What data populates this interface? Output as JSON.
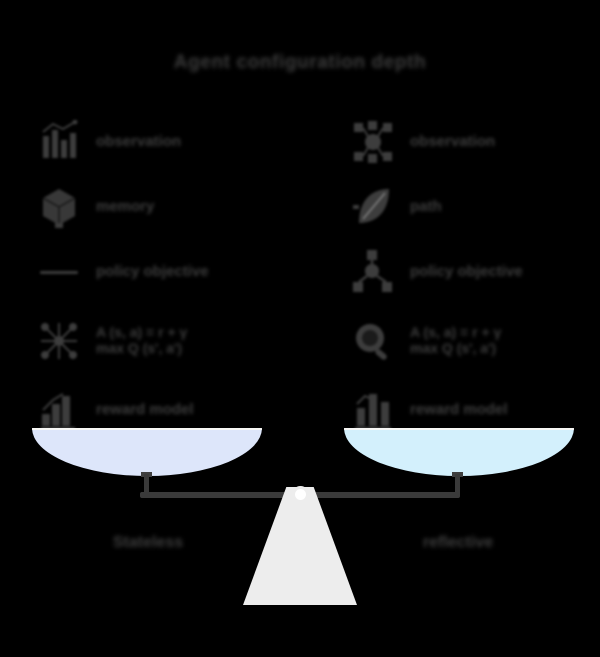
{
  "title": "Agent configuration depth",
  "left_column": {
    "heading_side": "Stateless",
    "items": [
      {
        "icon": "bar-chart-icon",
        "label": "observation"
      },
      {
        "icon": "cube-network-icon",
        "label": "memory"
      },
      {
        "icon": "horizontal-line-icon",
        "label": "policy objective"
      },
      {
        "icon": "network-graph-icon",
        "label": "A (s, a) = r + γ\nmax Q (s', a')"
      },
      {
        "icon": "histogram-icon",
        "label": "reward model"
      }
    ]
  },
  "right_column": {
    "heading_side": "reflective",
    "items": [
      {
        "icon": "node-cluster-icon",
        "label": "observation"
      },
      {
        "icon": "leaf-flask-icon",
        "label": "path"
      },
      {
        "icon": "branching-tree-icon",
        "label": "policy objective"
      },
      {
        "icon": "magnifier-icon",
        "label": "A (s, a) = r + γ\nmax Q (s', a')"
      },
      {
        "icon": "column-chart-icon",
        "label": "reward model"
      }
    ]
  },
  "scale": {
    "left_pan_label": "Stateless",
    "right_pan_label": "reflective",
    "left_pan_color": "#dde6fa",
    "right_pan_color": "#d3f0fc",
    "beam_color": "#3a3a3a",
    "fulcrum_color": "#ededed"
  }
}
